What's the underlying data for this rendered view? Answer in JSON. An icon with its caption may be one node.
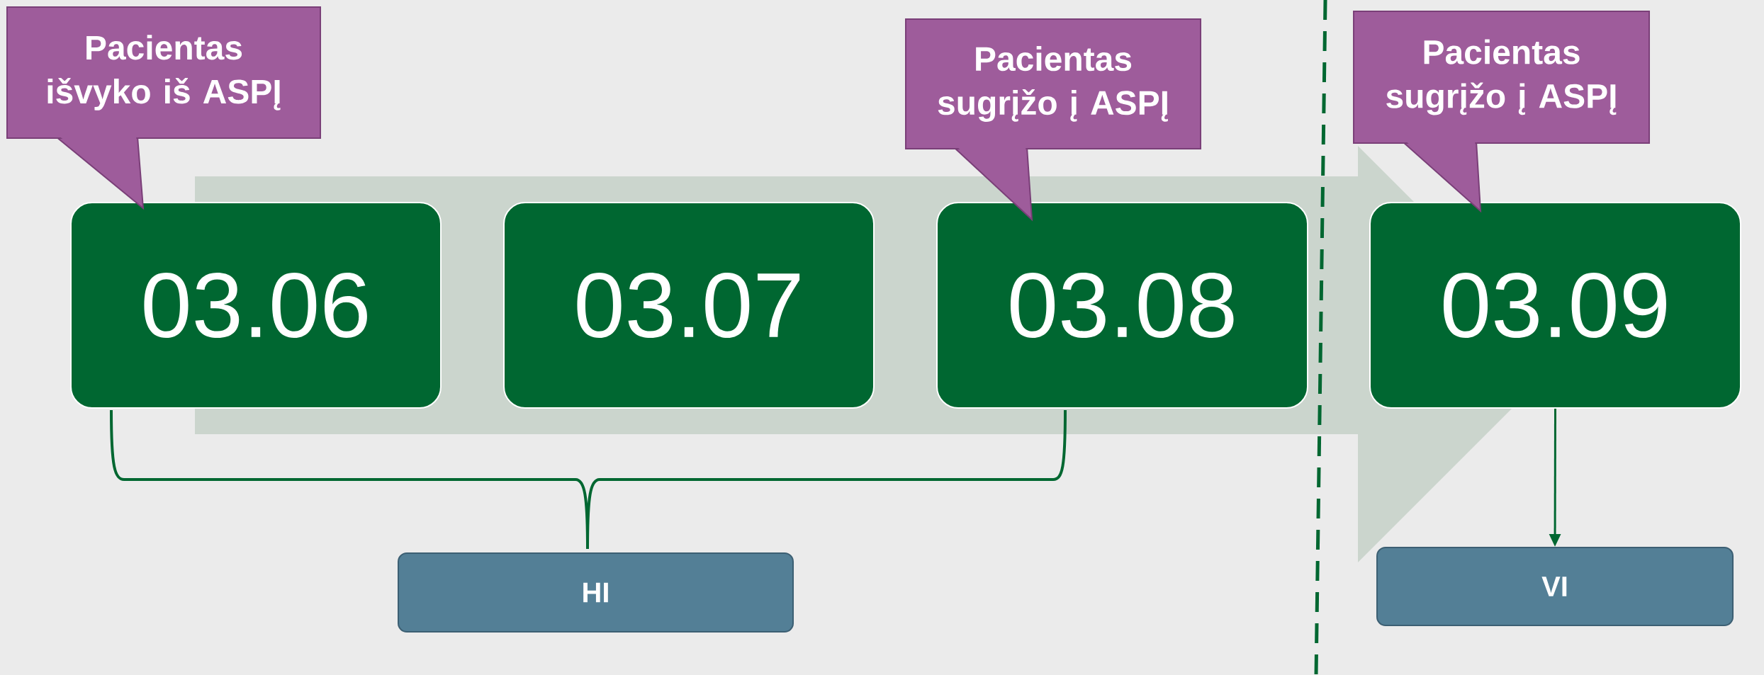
{
  "diagram": {
    "nodes": [
      {
        "text": [
          "03.06"
        ]
      },
      {
        "text": [
          "03.07"
        ]
      },
      {
        "text": [
          "03.08"
        ]
      },
      {
        "text": [
          "03.09"
        ]
      },
      {
        "text": [
          "Pacientas išvyko iš ASPĮ"
        ]
      },
      {
        "text": [
          "Pacientas sugrįžo į ASPĮ"
        ]
      },
      {
        "text": [
          "Pacientas sugrįžo į ASPĮ"
        ]
      },
      {
        "text": [
          "HI"
        ]
      },
      {
        "text": [
          "VI"
        ]
      }
    ],
    "edges": [
      {
        "from": 3,
        "to": 8,
        "arrow": "to"
      }
    ]
  }
}
